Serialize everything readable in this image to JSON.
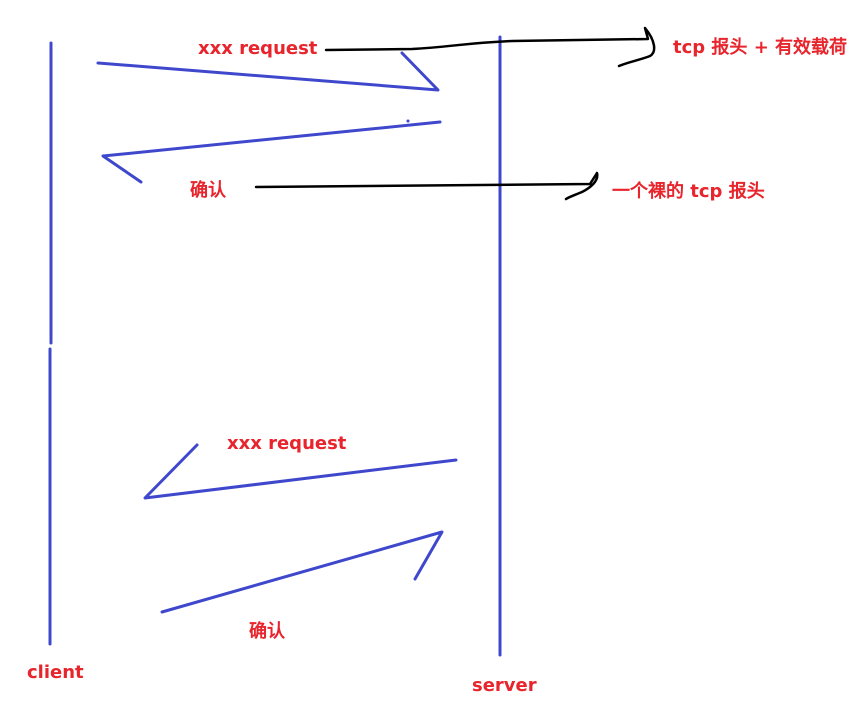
{
  "labels": {
    "request_1": "xxx request",
    "ack_1": "确认",
    "tcp_header_payload": "tcp 报头 + 有效载荷",
    "bare_tcp_header": "一个裸的 tcp 报头",
    "request_2": "xxx request",
    "ack_2": "确认",
    "client": "client",
    "server": "server"
  },
  "colors": {
    "blue_stroke": "#3f48cc",
    "black_stroke": "#000000",
    "red_text": "#e8242c"
  }
}
